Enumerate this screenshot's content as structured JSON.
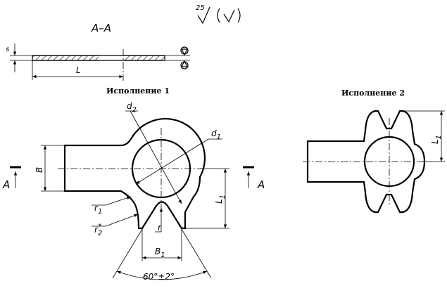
{
  "surface": {
    "value": "25",
    "symbol": "√(√)"
  },
  "section": {
    "title": "A–A",
    "dim_s": "s",
    "dim_L": "L"
  },
  "variant1": {
    "title": "Исполнение 1",
    "d2": "d",
    "d2_sub": "2",
    "d1": "d",
    "d1_sub": "1",
    "B": "B",
    "L1": "L",
    "L1_sub": "1",
    "r1": "r",
    "r1_sub": "1",
    "r2": "r",
    "r2_sub": "2",
    "r2_star": "*",
    "r": "r",
    "B1": "B",
    "B1_sub": "1",
    "angle": "60°±2°",
    "cut_left": "A",
    "cut_right": "A"
  },
  "variant2": {
    "title": "Исполнение 2",
    "L1": "L",
    "L1_sub": "1"
  }
}
